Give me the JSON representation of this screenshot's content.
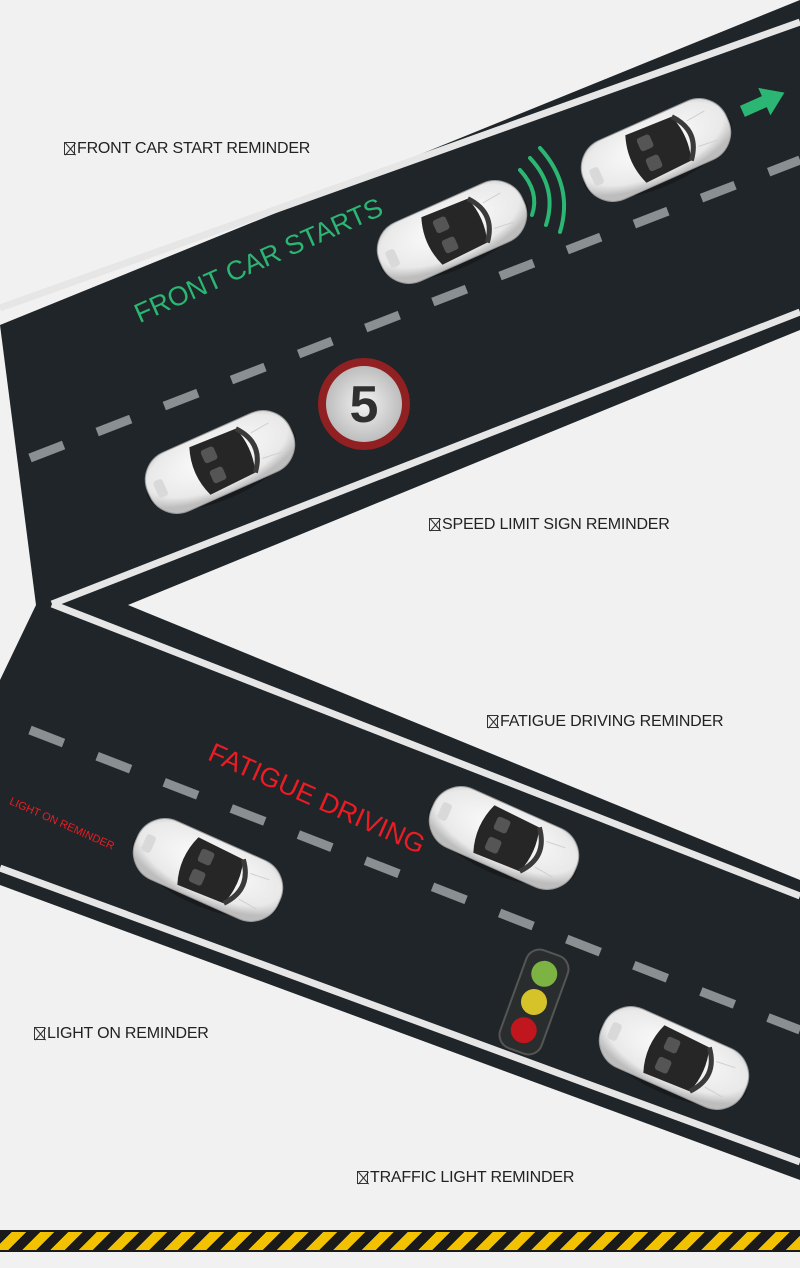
{
  "labels": {
    "front_car_start": "FRONT CAR START REMINDER",
    "speed_limit": "SPEED LIMIT SIGN REMINDER",
    "fatigue": "FATIGUE DRIVING REMINDER",
    "light_on": "LIGHT ON REMINDER",
    "traffic_light": "TRAFFIC LIGHT REMINDER"
  },
  "road_text": {
    "front_car_starts": "FRONT CAR STARTS",
    "fatigue_driving": "FATIGUE DRIVING",
    "light_on_reminder": "LIGHT ON REMINDER"
  },
  "speed_sign": {
    "value": "5"
  },
  "icons": {
    "arrow": "arrow-right-icon",
    "signal": "signal-waves-icon",
    "checkbox": "checkbox-icon"
  },
  "colors": {
    "road": "#1f2528",
    "accent_green": "#2bb673",
    "alert_red": "#ec1c24",
    "hazard_yellow": "#f2c200"
  }
}
